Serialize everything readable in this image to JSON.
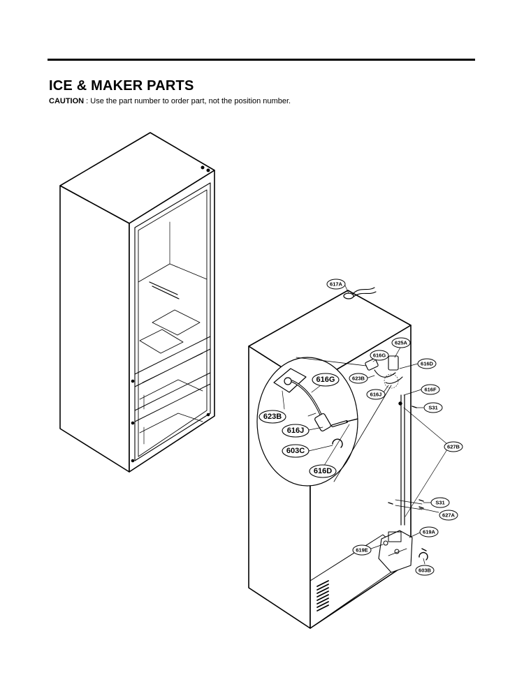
{
  "header": {
    "title": "ICE & MAKER PARTS",
    "caution_label": "CAUTION",
    "caution_text": " : Use the part number to order part, not the position number."
  },
  "callouts": {
    "c617A": "617A",
    "c625A": "625A",
    "c616G_small": "616G",
    "c616D_small": "616D",
    "c623B_small": "623B",
    "c616F": "616F",
    "c616J_small": "616J",
    "cS31_top": "S31",
    "c627B": "627B",
    "cS31_bottom": "S31",
    "c627A": "627A",
    "c619A": "619A",
    "c619E": "619E",
    "c603B": "603B",
    "c616G_big": "616G",
    "c623B_big": "623B",
    "c616J_big": "616J",
    "c603C_big": "603C",
    "c616D_big": "616D"
  }
}
